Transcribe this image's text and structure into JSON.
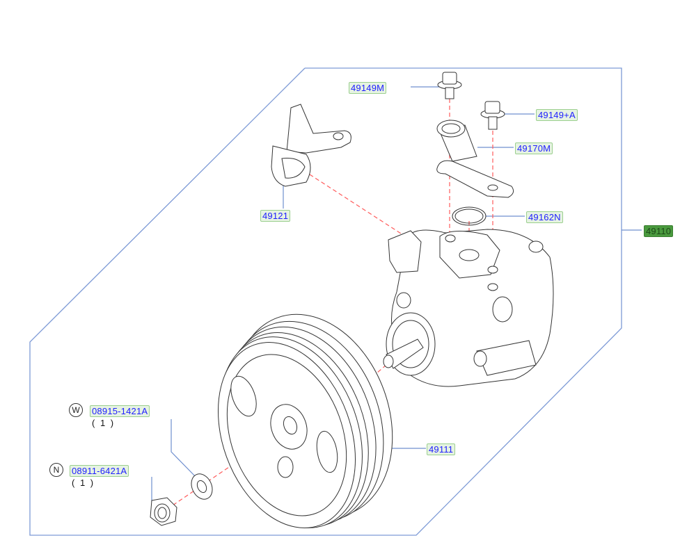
{
  "diagram": {
    "title": "Power Steering Pump Assembly",
    "colors": {
      "frame": "#7d9ad6",
      "leader": "#6f8fcf",
      "centerline": "#ff5a5a",
      "part_stroke": "#333333",
      "label_text": "#2020ff",
      "label_bg": "#e6f3e2",
      "assembly_label_bg": "#4a9a3e"
    },
    "labels": {
      "bolt_m": "49149M",
      "bolt_a": "49149+A",
      "connector": "49170M",
      "bracket": "49121",
      "oring": "49162N",
      "assembly": "49110",
      "pulley": "49111",
      "washer": "08915-1421A",
      "nut": "08911-6421A"
    },
    "markers": {
      "washer_mark": "W",
      "nut_mark": "N"
    },
    "quantities": {
      "washer_qty": "( 1 )",
      "nut_qty": "( 1 )"
    }
  }
}
